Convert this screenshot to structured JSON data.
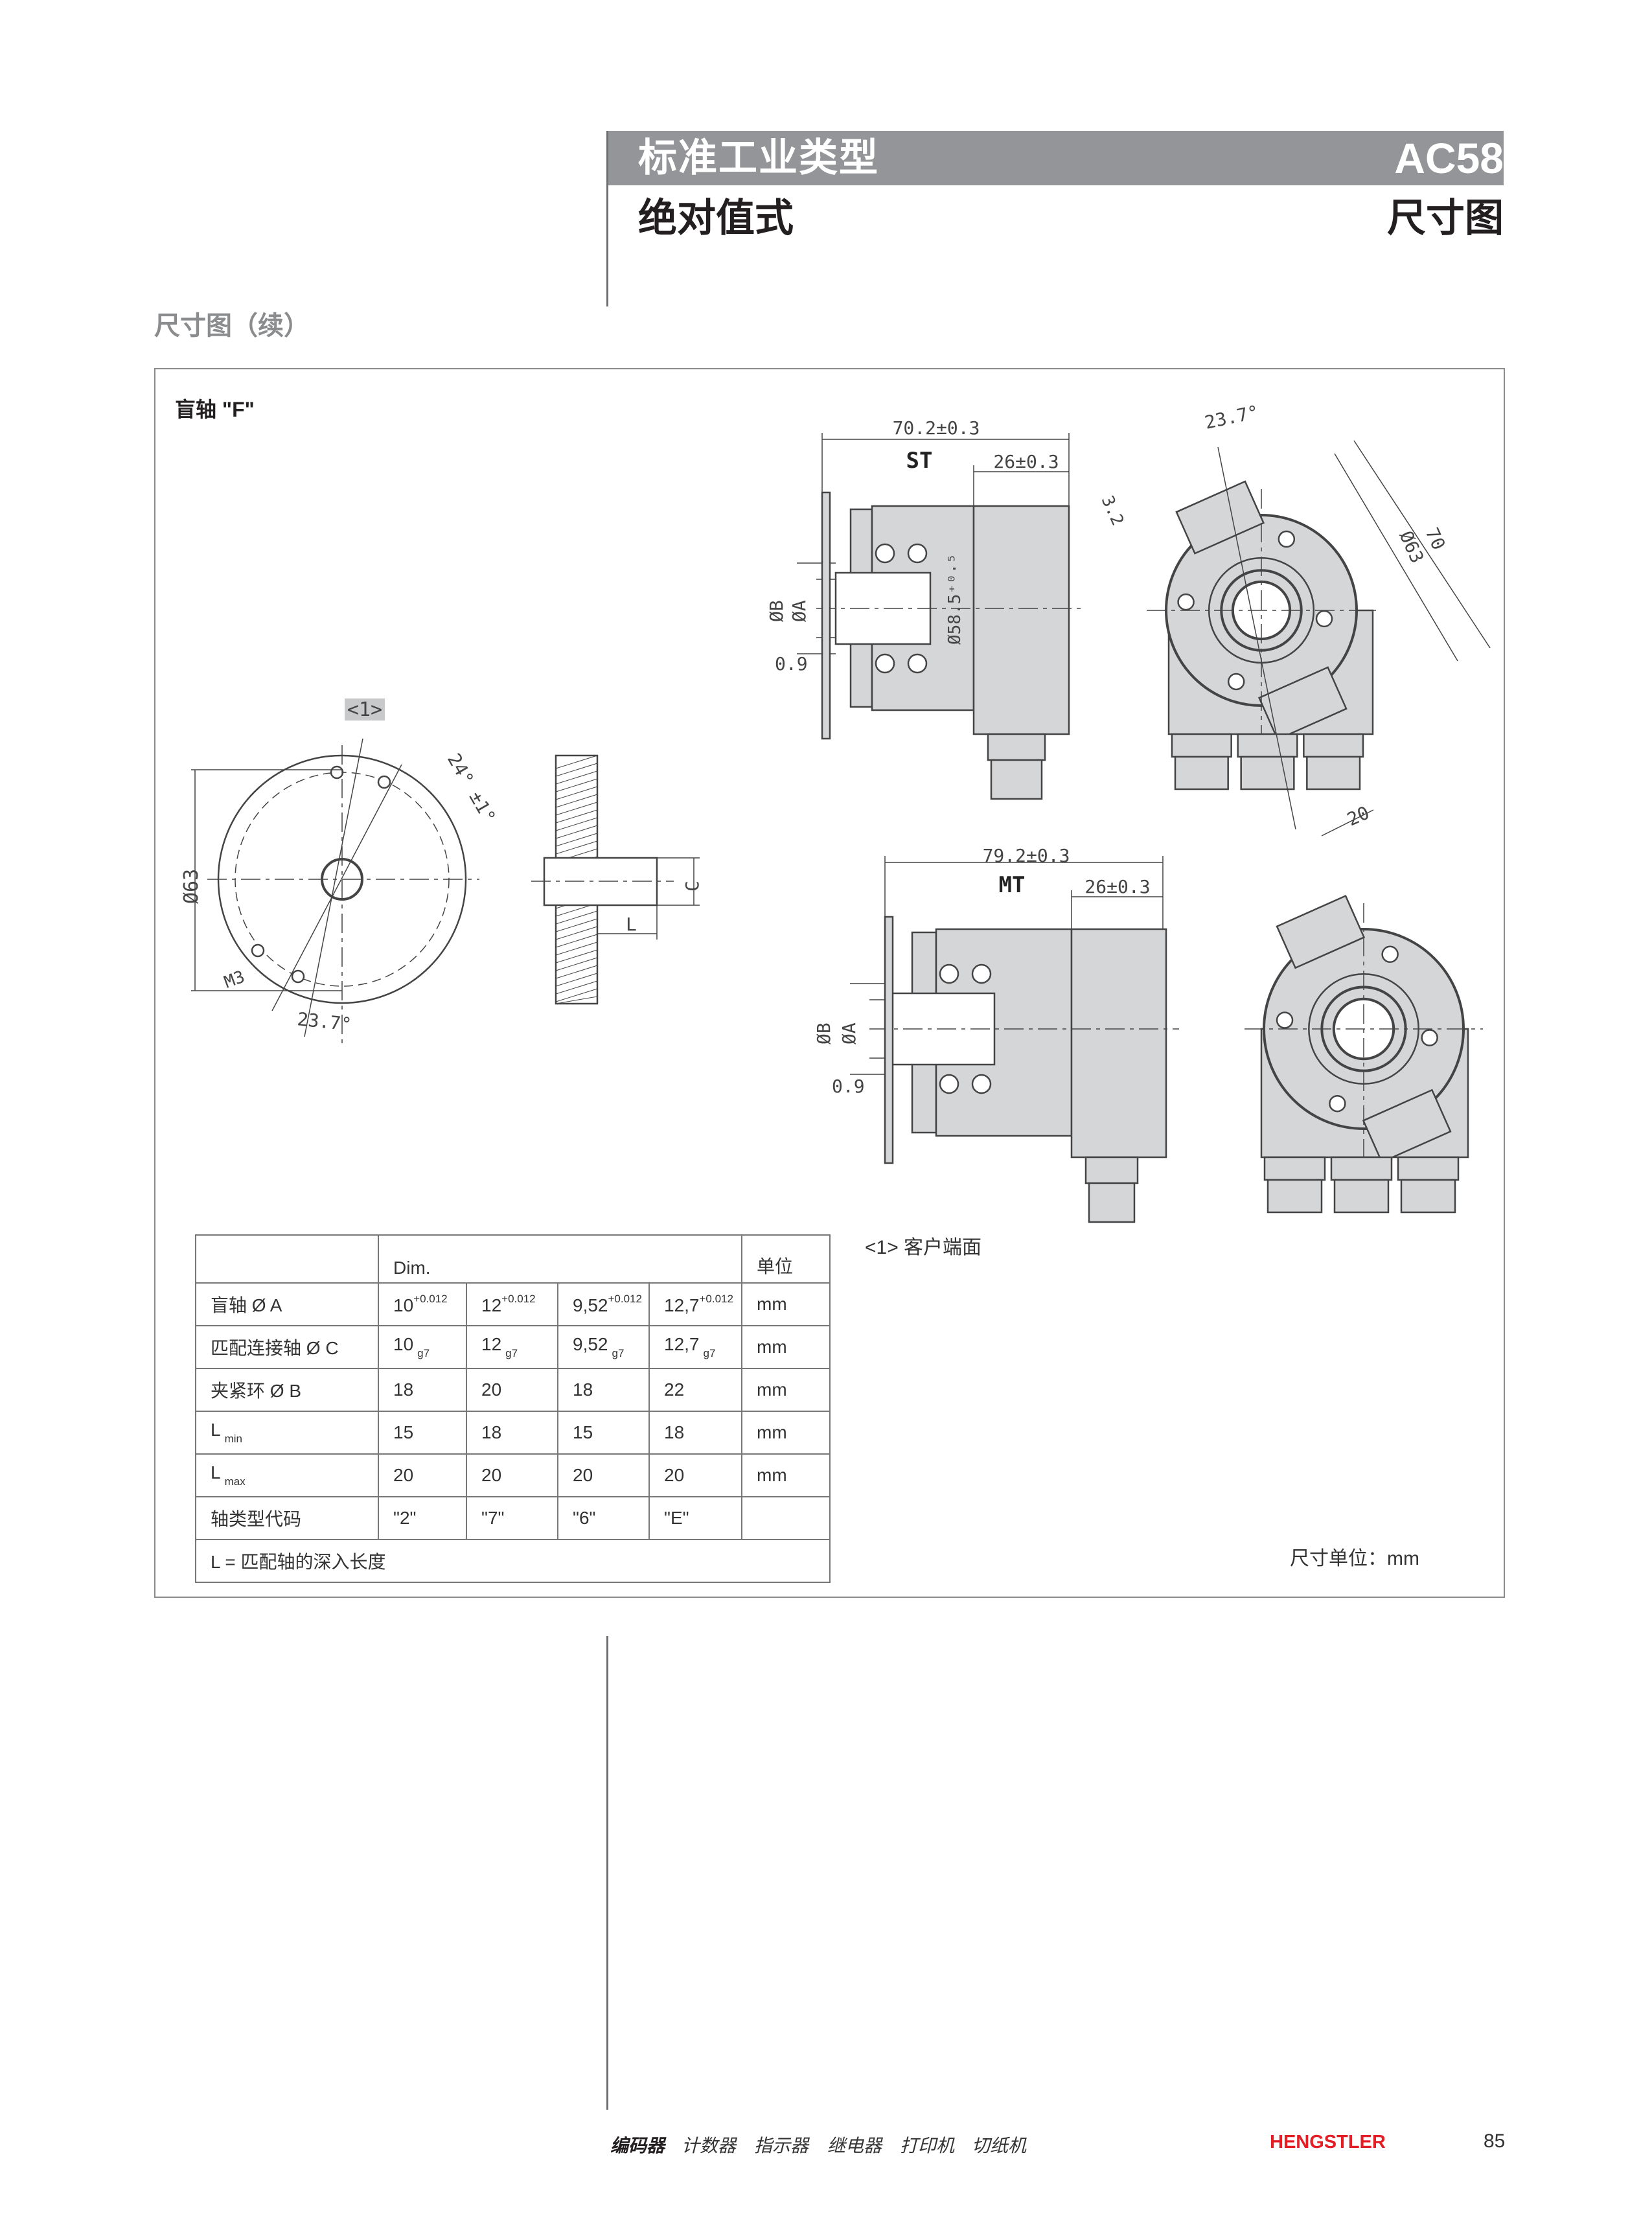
{
  "header": {
    "category": "标准工业类型",
    "model": "AC58",
    "subtitle": "绝对值式",
    "section_right": "尺寸图"
  },
  "section_title": "尺寸图（续）",
  "panel": {
    "title": "盲轴 \"F\"",
    "drawing_labels": {
      "st": {
        "overall": "70.2±0.3",
        "variant": "ST",
        "rear": "26±0.3",
        "dia_b": "ØB",
        "dia_a": "ØA",
        "gap": "0.9",
        "body_dia": "Ø58.5⁺⁰·⁵"
      },
      "st_front": {
        "angle": "23.7°",
        "offset": "3.2",
        "width": "70",
        "dia": "Ø63",
        "slot": "20"
      },
      "mt": {
        "overall": "79.2±0.3",
        "variant": "MT",
        "rear": "26±0.3",
        "dia_b": "ØB",
        "dia_a": "ØA",
        "gap": "0.9"
      },
      "customer": {
        "tag": "<1>",
        "angle_top": "24° ±1°",
        "dia": "Ø63",
        "thread": "M3",
        "angle_bottom": "23.7°",
        "shaft_c": "C",
        "shaft_l": "L"
      }
    },
    "note": "<1> 客户端面",
    "units_note": "尺寸单位：mm"
  },
  "table": {
    "dim_header": "Dim.",
    "unit_header": "单位",
    "rows": [
      {
        "label": "盲轴 Ø A",
        "cells": [
          {
            "v": "10",
            "sup": "+0.012"
          },
          {
            "v": "12",
            "sup": "+0.012"
          },
          {
            "v": "9,52",
            "sup": "+0.012"
          },
          {
            "v": "12,7",
            "sup": "+0.012"
          }
        ],
        "unit": "mm"
      },
      {
        "label": "匹配连接轴 Ø C",
        "cells": [
          {
            "v": "10",
            "sub": "g7"
          },
          {
            "v": "12",
            "sub": "g7"
          },
          {
            "v": "9,52",
            "sub": "g7"
          },
          {
            "v": "12,7",
            "sub": "g7"
          }
        ],
        "unit": "mm"
      },
      {
        "label": "夹紧环 Ø B",
        "cells": [
          {
            "v": "18"
          },
          {
            "v": "20"
          },
          {
            "v": "18"
          },
          {
            "v": "22"
          }
        ],
        "unit": "mm"
      },
      {
        "label": "L",
        "label_sub": "min",
        "cells": [
          {
            "v": "15"
          },
          {
            "v": "18"
          },
          {
            "v": "15"
          },
          {
            "v": "18"
          }
        ],
        "unit": "mm"
      },
      {
        "label": "L",
        "label_sub": "max",
        "cells": [
          {
            "v": "20"
          },
          {
            "v": "20"
          },
          {
            "v": "20"
          },
          {
            "v": "20"
          }
        ],
        "unit": "mm"
      },
      {
        "label": "轴类型代码",
        "cells": [
          {
            "v": "\"2\""
          },
          {
            "v": "\"7\""
          },
          {
            "v": "\"6\""
          },
          {
            "v": "\"E\""
          }
        ],
        "unit": ""
      }
    ],
    "footnote": "L = 匹配轴的深入长度"
  },
  "footer": {
    "items": [
      "编码器",
      "计数器",
      "指示器",
      "继电器",
      "打印机",
      "切纸机"
    ],
    "brand": "HENGSTLER",
    "brand_color": "#e31e24",
    "page": "85"
  }
}
